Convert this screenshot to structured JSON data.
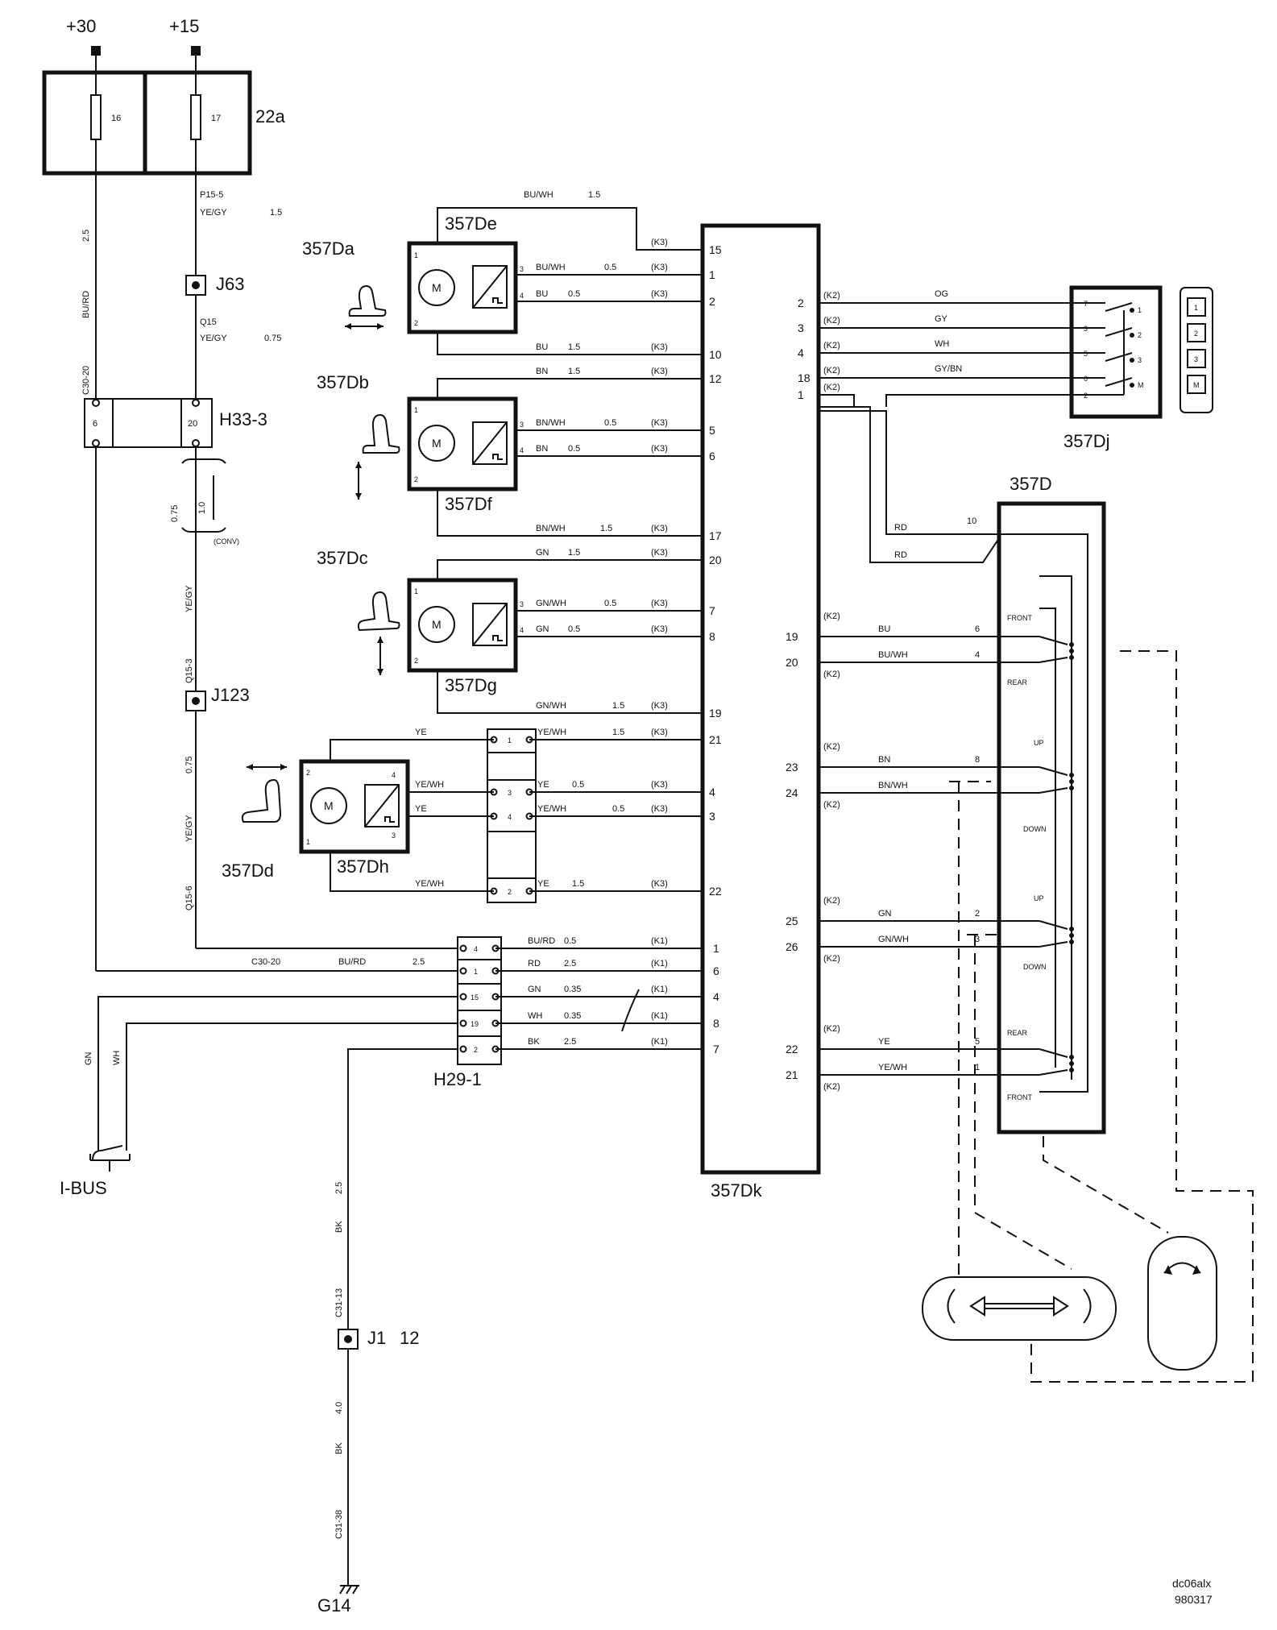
{
  "supply": {
    "b30": "+30",
    "b15": "+15"
  },
  "fusebox": {
    "label": "22a",
    "fuse1": "16",
    "fuse2": "17"
  },
  "wires_left": {
    "p15": "P15-5",
    "yegy": "YE/GY",
    "s15": "1.5",
    "q15": "Q15",
    "yegy2": "YE/GY",
    "s075": "0.75",
    "s25v": "2.5",
    "burd_v": "BU/RD",
    "c3020v": "C30-20",
    "s075v": "0.75",
    "s10v": "1.0",
    "conv": "(CONV)",
    "yegy_v": "YE/GY",
    "q153": "Q15-3",
    "s075v2": "0.75",
    "yegy_v2": "YE/GY",
    "q156": "Q15-6",
    "c3020h": "C30-20",
    "burd_h": "BU/RD",
    "s25h": "2.5",
    "gn": "GN",
    "wh": "WH",
    "ibus": "I-BUS",
    "s25b": "2.5",
    "bk": "BK",
    "c3113": "C31-13",
    "s40": "4.0",
    "bk2": "BK",
    "c3138": "C31-38"
  },
  "connectors": {
    "j63": "J63",
    "h333": "H33-3",
    "h333_p1": "6",
    "h333_p2": "20",
    "j123": "J123",
    "h291": "H29-1",
    "h291_pins": [
      "4",
      "1",
      "15",
      "19",
      "2"
    ],
    "j1": "J1",
    "j1_pin": "12",
    "g14": "G14"
  },
  "motors": [
    {
      "seat": "357Da",
      "motor": "357De",
      "m": "M"
    },
    {
      "seat": "357Db",
      "motor": "357Df",
      "m": "M"
    },
    {
      "seat": "357Dc",
      "motor": "357Dg",
      "m": "M"
    },
    {
      "seat": "357Dd",
      "motor": "357Dh",
      "m": "M"
    }
  ],
  "motor_pins": {
    "a": [
      "1",
      "2",
      "3",
      "4"
    ],
    "b": [
      "1",
      "2",
      "3",
      "4"
    ],
    "c": [
      "1",
      "2",
      "3",
      "4"
    ],
    "d": [
      "2",
      "1",
      "4",
      "3"
    ]
  },
  "module": {
    "label": "357Dk"
  },
  "k3_left": [
    {
      "name": "BU/WH",
      "size": "1.5",
      "k": "(K3)",
      "pin": "15"
    },
    {
      "name": "BU/WH",
      "size": "0.5",
      "k": "(K3)",
      "pin": "1"
    },
    {
      "name": "BU",
      "size": "0.5",
      "k": "(K3)",
      "pin": "2"
    },
    {
      "name": "BU",
      "size": "1.5",
      "k": "(K3)",
      "pin": "10"
    },
    {
      "name": "BN",
      "size": "1.5",
      "k": "(K3)",
      "pin": "12"
    },
    {
      "name": "BN/WH",
      "size": "0.5",
      "k": "(K3)",
      "pin": "5"
    },
    {
      "name": "BN",
      "size": "0.5",
      "k": "(K3)",
      "pin": "6"
    },
    {
      "name": "BN/WH",
      "size": "1.5",
      "k": "(K3)",
      "pin": "17"
    },
    {
      "name": "GN",
      "size": "1.5",
      "k": "(K3)",
      "pin": "20"
    },
    {
      "name": "GN/WH",
      "size": "0.5",
      "k": "(K3)",
      "pin": "7"
    },
    {
      "name": "GN",
      "size": "0.5",
      "k": "(K3)",
      "pin": "8"
    },
    {
      "name": "GN/WH",
      "size": "1.5",
      "k": "(K3)",
      "pin": "19"
    },
    {
      "name": "YE/WH",
      "size": "1.5",
      "k": "(K3)",
      "pin": "21"
    },
    {
      "name": "YE",
      "size": "0.5",
      "k": "(K3)",
      "pin": "4"
    },
    {
      "name": "YE/WH",
      "size": "0.5",
      "k": "(K3)",
      "pin": "3"
    },
    {
      "name": "YE",
      "size": "1.5",
      "k": "(K3)",
      "pin": "22"
    }
  ],
  "motor_d_wires": {
    "ye_top": "YE",
    "yewh": "YE/WH",
    "ye": "YE",
    "yewh_bot": "YE/WH"
  },
  "mid_connector_pins": [
    "1",
    "3",
    "4",
    "2"
  ],
  "k1_left": [
    {
      "name": "BU/RD",
      "size": "0.5",
      "k": "(K1)",
      "pin": "1"
    },
    {
      "name": "RD",
      "size": "2.5",
      "k": "(K1)",
      "pin": "6"
    },
    {
      "name": "GN",
      "size": "0.35",
      "k": "(K1)",
      "pin": "4"
    },
    {
      "name": "WH",
      "size": "0.35",
      "k": "(K1)",
      "pin": "8"
    },
    {
      "name": "BK",
      "size": "2.5",
      "k": "(K1)",
      "pin": "7"
    }
  ],
  "k2_top": [
    {
      "pin": "2",
      "k": "(K2)",
      "name": "OG",
      "sw": "7"
    },
    {
      "pin": "3",
      "k": "(K2)",
      "name": "GY",
      "sw": "3"
    },
    {
      "pin": "4",
      "k": "(K2)",
      "name": "WH",
      "sw": "5"
    },
    {
      "pin": "18",
      "k": "(K2)",
      "name": "GY/BN",
      "sw": "6"
    },
    {
      "pin": "1",
      "k": "(K2)",
      "name": "",
      "sw": "2"
    }
  ],
  "memory": {
    "label": "357Dj",
    "out": [
      "1",
      "2",
      "3",
      "M"
    ],
    "buttons": [
      "1",
      "2",
      "3",
      "M"
    ]
  },
  "switch": {
    "label": "357D",
    "rd1": "RD",
    "rd1_pin": "10",
    "rd2": "RD",
    "front": "FRONT",
    "rear": "REAR",
    "up": "UP",
    "down": "DOWN",
    "up2": "UP",
    "down2": "DOWN",
    "rear2": "REAR",
    "front2": "FRONT"
  },
  "k2_right": [
    {
      "pin": "19",
      "k": "(K2)",
      "name": "BU",
      "sw": "6"
    },
    {
      "pin": "20",
      "k": "(K2)",
      "name": "BU/WH",
      "sw": "4"
    },
    {
      "pin": "23",
      "k": "(K2)",
      "name": "BN",
      "sw": "8"
    },
    {
      "pin": "24",
      "k": "(K2)",
      "name": "BN/WH",
      "sw": ""
    },
    {
      "pin": "25",
      "k": "(K2)",
      "name": "GN",
      "sw": "2"
    },
    {
      "pin": "26",
      "k": "(K2)",
      "name": "GN/WH",
      "sw": "3"
    },
    {
      "pin": "22",
      "k": "(K2)",
      "name": "YE",
      "sw": "5"
    },
    {
      "pin": "21",
      "k": "(K2)",
      "name": "YE/WH",
      "sw": "1"
    }
  ],
  "footer": {
    "code": "dc06alx",
    "date": "980317"
  }
}
